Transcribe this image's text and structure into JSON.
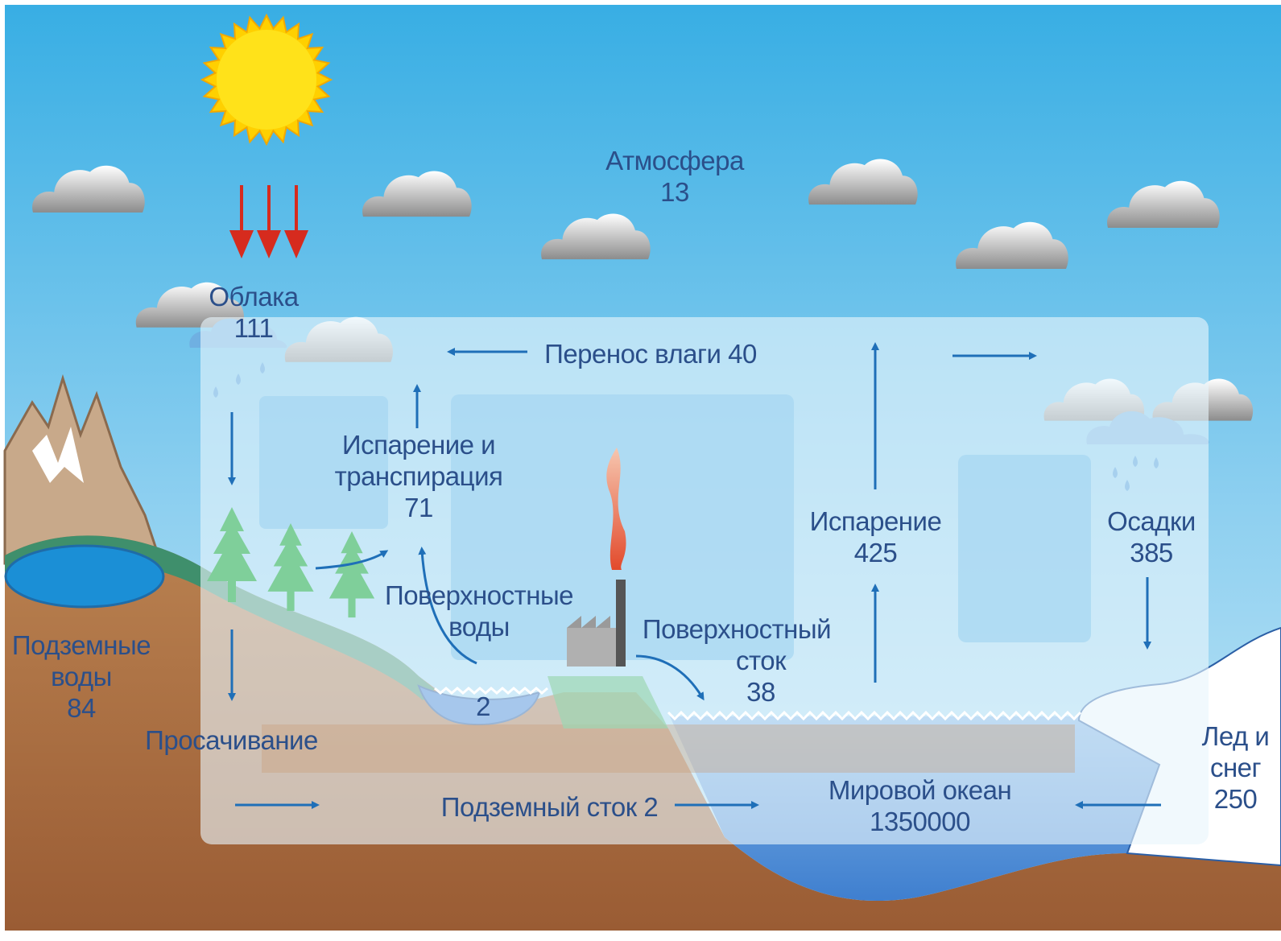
{
  "colors": {
    "sky_top": "#38aee4",
    "sky_bottom": "#a9dcf3",
    "panel": "#e6f3fb",
    "ocean": "#6aa2dd",
    "earth": "#b2754a",
    "earth_dark": "#9a5c34",
    "grass": "#3f8f6c",
    "text": "#2b4f8a",
    "arrow": "#1f6fb8",
    "sun_arrow": "#d62b1e",
    "sun": "#ffd800"
  },
  "icons": [
    "sun-icon",
    "cloud-icon",
    "mountain-icon",
    "tree-icon",
    "factory-icon",
    "rain-drop-icon"
  ],
  "labels": {
    "atmosphere": {
      "name": "Атмосфера",
      "value": "13"
    },
    "clouds": {
      "name": "Облака",
      "value": "111"
    },
    "moisture_transfer": {
      "text": "Перенос влаги 40"
    },
    "evapotranspiration": {
      "line1": "Испарение и",
      "line2": "транспирация",
      "value": "71"
    },
    "evaporation": {
      "name": "Испарение",
      "value": "425"
    },
    "precipitation": {
      "name": "Осадки",
      "value": "385"
    },
    "surface_water": {
      "line1": "Поверхностные",
      "line2": "воды"
    },
    "surface_water_value": "2",
    "surface_runoff": {
      "line1": "Поверхностный",
      "line2": "сток",
      "value": "38"
    },
    "groundwater": {
      "line1": "Подземные",
      "line2": "воды",
      "value": "84"
    },
    "infiltration": {
      "text": "Просачивание"
    },
    "groundwater_runoff": {
      "text": "Подземный сток 2"
    },
    "world_ocean": {
      "name": "Мировой океан",
      "value": "1350000"
    },
    "ice_snow": {
      "line1": "Лед и",
      "line2": "снег",
      "value": "250"
    }
  }
}
